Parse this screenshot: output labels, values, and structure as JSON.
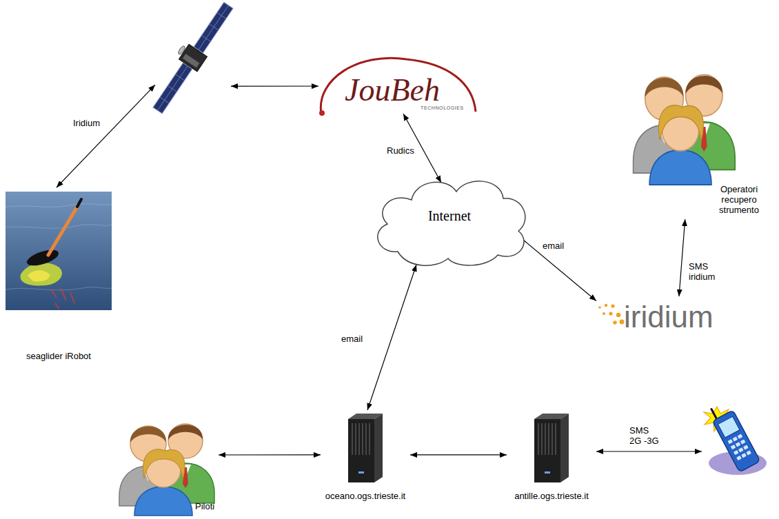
{
  "diagram": {
    "nodes": [
      {
        "text": []
      },
      {
        "text": [
          "JouBeh",
          "TECHNOLOGIES"
        ]
      },
      {
        "text": [
          "Operatori recupero strumento"
        ]
      },
      {
        "text": [
          "seaglider iRobot"
        ]
      },
      {
        "text": [
          "Internet"
        ]
      },
      {
        "text": [
          "iridium"
        ]
      },
      {
        "text": [
          "Piloti"
        ]
      },
      {
        "text": [
          "oceano.ogs.trieste.it"
        ]
      },
      {
        "text": [
          "antille.ogs.trieste.it"
        ]
      },
      {
        "text": []
      }
    ],
    "edges": [
      {
        "from": 3,
        "to": 0,
        "label": "Iridium",
        "arrow": "both"
      },
      {
        "from": 0,
        "to": 1,
        "arrow": "both"
      },
      {
        "from": 1,
        "to": 4,
        "label": "Rudics",
        "arrow": "both"
      },
      {
        "from": 4,
        "to": 5,
        "label": "email",
        "arrow": "to"
      },
      {
        "from": 2,
        "to": 5,
        "label": "SMS iridium",
        "arrow": "both"
      },
      {
        "from": 4,
        "to": 7,
        "label": "email",
        "arrow": "both"
      },
      {
        "from": 6,
        "to": 7,
        "arrow": "both"
      },
      {
        "from": 7,
        "to": 8,
        "arrow": "both"
      },
      {
        "from": 8,
        "to": 9,
        "label": "SMS 2G -3G",
        "arrow": "both"
      }
    ]
  }
}
